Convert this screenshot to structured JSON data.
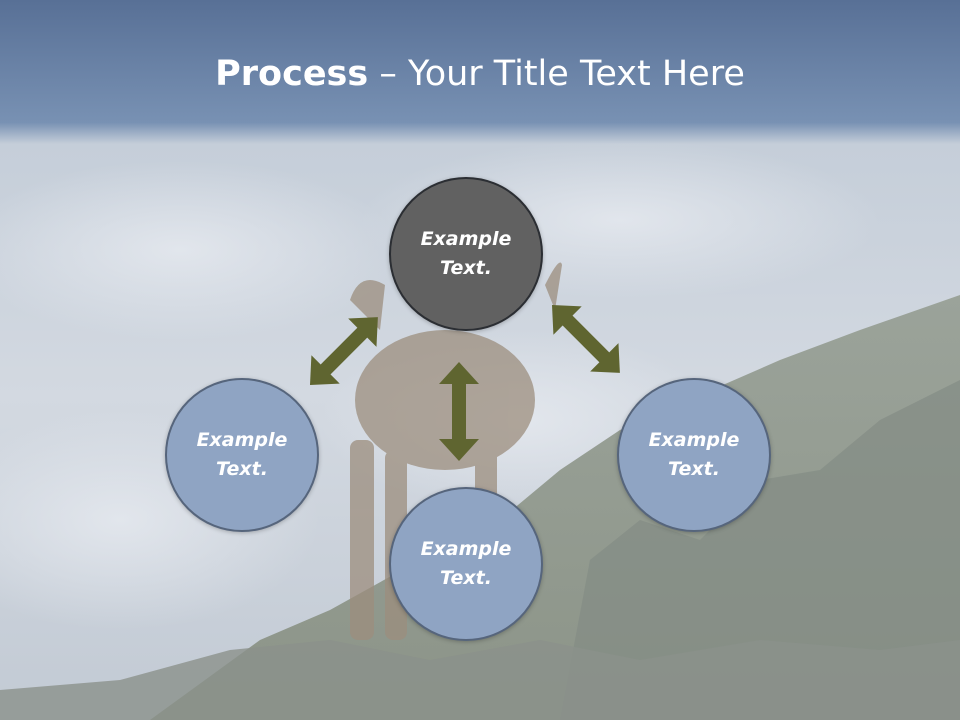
{
  "title": {
    "bold": "Process",
    "rest": " – Your Title Text Here"
  },
  "nodes": {
    "top": {
      "line1": "Example",
      "line2": "Text."
    },
    "left": {
      "line1": "Example",
      "line2": "Text."
    },
    "bottom": {
      "line1": "Example",
      "line2": "Text."
    },
    "right": {
      "line1": "Example",
      "line2": "Text."
    }
  },
  "colors": {
    "header_band": "#5a7398",
    "sky": "#c9d2dc",
    "node_active": "#616161",
    "node_default": "#8fa4c3",
    "arrow": "#5f6530"
  },
  "icons": [
    "double-arrow-icon"
  ]
}
